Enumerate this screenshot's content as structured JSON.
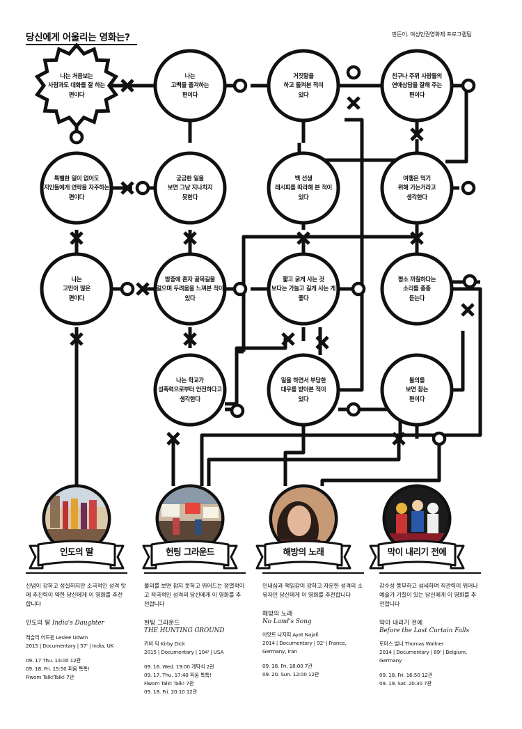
{
  "header": {
    "title": "당신에게 어울리는 영화는?",
    "credit": "만든이. 여성인권영화제 프로그램팀"
  },
  "questions": [
    {
      "id": "q1",
      "text": "나는 처음보는\n사람과도 대화를 잘 하는\n편이다"
    },
    {
      "id": "q2",
      "text": "나는\n고백을 즐겨하는\n편이다"
    },
    {
      "id": "q3",
      "text": "거짓말을\n하고 들켜본 적이\n있다"
    },
    {
      "id": "q4",
      "text": "친구나 주위 사람들의\n연애상담을 잘해 주는\n편이다"
    },
    {
      "id": "q5",
      "text": "특별한 일이 없어도\n지인들에게 연락을 자주하는\n편이다"
    },
    {
      "id": "q6",
      "text": "궁금한 일을\n보면 그냥 지나치지\n못한다"
    },
    {
      "id": "q7",
      "text": "백 선생\n레시피를 따라해 본 적이\n있다"
    },
    {
      "id": "q8",
      "text": "여행은 먹기\n위해 가는거라고\n생각한다"
    },
    {
      "id": "q9",
      "text": "나는\n고민이 많은\n편이다"
    },
    {
      "id": "q10",
      "text": "밤중에 혼자 골목길을\n걸으며 두려움을 느껴본 적이\n있다"
    },
    {
      "id": "q11",
      "text": "짧고 굵게 사는 것\n보다는 가늘고 길게 사는 게\n좋다"
    },
    {
      "id": "q12",
      "text": "평소 까칠하다는\n소리를 종종\n듣는다"
    },
    {
      "id": "q13",
      "text": "나는 학교가\n성폭력으로부터 안전하다고\n생각한다"
    },
    {
      "id": "q14",
      "text": "일을 하면서 부당한\n대우를 받아본 적이\n있다"
    },
    {
      "id": "q15",
      "text": "불의를\n보면 참는\n편이다"
    }
  ],
  "movies": [
    {
      "id": "m1",
      "badge": "인도의 딸",
      "description": "신념이 강하고 성실하지만 소극적인 성격 탓에 추진력이 약한 당신에게 이 영화를 추천합니다",
      "title_ko": "인도의 딸",
      "title_en": "India's Daughter",
      "director": "레슬리 어드윈 Leslee Udwin",
      "meta": "2015 | Documentary | 57' | India, UK",
      "schedule": [
        "09. 17 Thu. 14:00 12관",
        "09. 18. Fri. 15:50 피움 톡톡!",
        "Fiwom Talk!Talk! 7관"
      ]
    },
    {
      "id": "m2",
      "badge": "헌팅 그라운드",
      "description": "불의를 보면 참지 못하고 뛰어드는 정열적이고 적극적인 성격의 당신에게 이 영화를 추천합니다",
      "title_ko": "헌팅 그라운드",
      "title_en": "THE HUNTING GROUND",
      "director": "커비 딕 Kirby Dick",
      "meta": "2015 | Documentary | 104' | USA",
      "schedule": [
        "09. 16. Wed. 19:00 개막식 2관",
        "09. 17. Thu. 17:40 피움 톡톡!",
        "Fiwom Talk! Talk! 7관",
        "09. 18. Fri. 20:10 12관"
      ]
    },
    {
      "id": "m3",
      "badge": "해방의 노래",
      "description": "인내심과 책임감이 강하고 자분한 성격의 소유자인 당신에게 이 영화를 추천합니다",
      "title_ko": "해방의 노래",
      "title_en": "No Land's Song",
      "director": "아얏트 나자피 Ayat Najafi",
      "meta": "2014 | Documentary | 92' | France, Germany, Iran",
      "schedule": [
        "09. 18. Fri. 18:00 7관",
        "09. 20. Sun. 12:00 12관"
      ]
    },
    {
      "id": "m4",
      "badge": "막이 내리기 전에",
      "description": "감수성 풍부하고 섬세하며 직관력이 뛰어나 예술가 기질이 있는 당신에게 이 영화를 추천합니다",
      "title_ko": "막이 내리기 전에",
      "title_en": "Before the Last Curtain Falls",
      "director": "토마스 빌너 Thomas Wallner",
      "meta": "2014 | Documentary | 89' | Belgium, Germany",
      "schedule": [
        "09. 18. Fri. 16:50 12관",
        "09. 19. Sat. 20:30 7관"
      ]
    }
  ]
}
